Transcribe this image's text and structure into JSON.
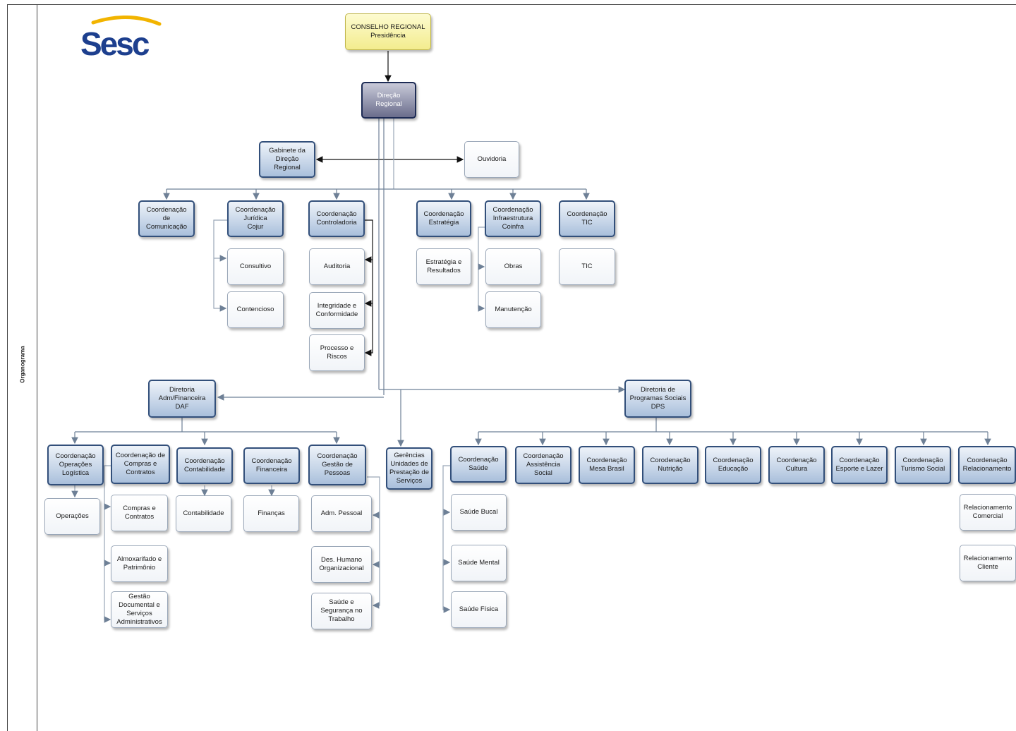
{
  "side_label": "Organograma",
  "logo_text": "Sesc",
  "colors": {
    "coord_border": "#324f7a",
    "connector": "#6e8096",
    "logo_blue": "#1d3f8e",
    "logo_gold": "#f2b400"
  },
  "nodes": {
    "conselho": "CONSELHO REGIONAL\nPresidência",
    "direcao": "Direção\nRegional",
    "gabinete": "Gabinete da\nDireção\nRegional",
    "ouvidoria": "Ouvidoria",
    "coord_comunicacao": "Coordenação\nde\nComunicação",
    "coord_juridica": "Coordenação\nJurídica\nCojur",
    "consultivo": "Consultivo",
    "contencioso": "Contencioso",
    "coord_controladoria": "Coordenação\nControladoria",
    "auditoria": "Auditoria",
    "integridade": "Integridade e\nConformidade",
    "processo": "Processo e\nRiscos",
    "coord_estrategia": "Coordenação\nEstratégia",
    "estrategia_resultados": "Estratégia e\nResultados",
    "coord_infra": "Coordenação\nInfraestrutura\nCoinfra",
    "obras": "Obras",
    "manutencao": "Manutenção",
    "coord_tic": "Coordenação\nTIC",
    "tic": "TIC",
    "diretoria_daf": "Diretoria\nAdm/Financeira\nDAF",
    "diretoria_dps": "Diretoria de\nProgramas Sociais\nDPS",
    "coord_operacoes": "Coordenação\nOperações\nLogística",
    "operacoes": "Operações",
    "coord_compras": "Coordenação de\nCompras e\nContratos",
    "compras_contratos": "Compras  e\nContratos",
    "almoxarifado": "Almoxarifado e\nPatrimônio",
    "gestao_documental": "Gestão\nDocumental e\nServiços\nAdministrativos",
    "coord_contabilidade": "Coordenação\nContabilidade",
    "contabilidade": "Contabilidade",
    "coord_financeira": "Coordenação\nFinanceira",
    "financas": "Finanças",
    "coord_pessoas": "Coordenação\nGestão de\nPessoas",
    "adm_pessoal": "Adm. Pessoal",
    "des_humano": "Des. Humano\nOrganizacional",
    "saude_seguranca": "Saúde e\nSegurança no\nTrabalho",
    "gerencias": "Gerências\nUnidades de\nPrestação de\nServiços",
    "coord_saude": "Coordenação\nSaúde",
    "saude_bucal": "Saúde Bucal",
    "saude_mental": "Saúde Mental",
    "saude_fisica": "Saúde Física",
    "coord_assistencia": "Coordenação\nAssistência\nSocial",
    "coord_mesa": "Coordenação\nMesa Brasil",
    "coord_nutricao": "Corodenação\nNutrição",
    "coord_educacao": "Coordenação\nEducação",
    "coord_cultura": "Coordenação\nCultura",
    "coord_esporte": "Coordenação\nEsporte e Lazer",
    "coord_turismo": "Coordenação\nTurismo Social",
    "coord_relacionamento": "Coordenação\nRelacionamento",
    "rel_comercial": "Relacionamento\nComercial",
    "rel_cliente": "Relacionamento\nCliente"
  }
}
